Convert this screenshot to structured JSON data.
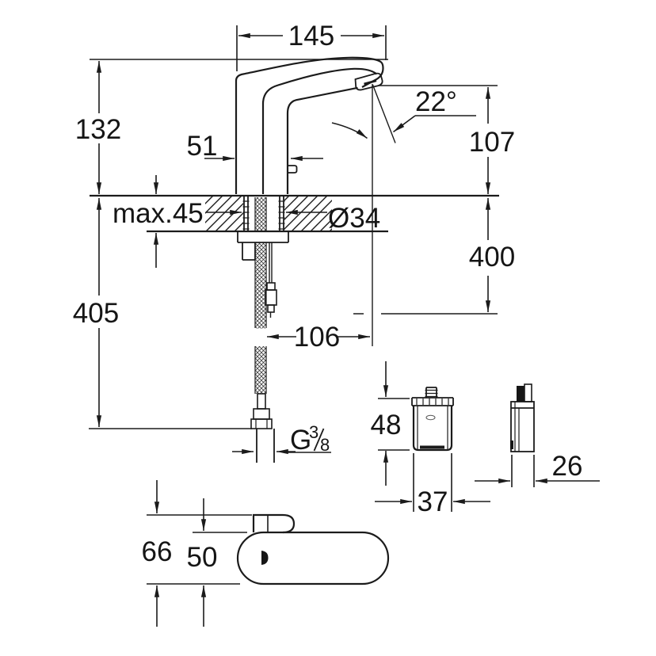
{
  "drawing": {
    "background": "#ffffff",
    "line_color": "#1b1b1b",
    "dimensions": {
      "spout_width": "145",
      "body_height": "132",
      "upper_body_width": "51",
      "spout_angle": "22°",
      "outlet_height": "107",
      "deck_thickness": "max.45",
      "hole_diameter": "Ø34",
      "hose_drop": "400",
      "supply_length": "405",
      "outlet_reach": "106",
      "thread_prefix": "G",
      "thread_numerator": "3",
      "thread_denominator": "8",
      "box_height": "48",
      "box_width": "37",
      "box_depth": "26",
      "base_total_width": "66",
      "base_body_width": "50"
    }
  }
}
